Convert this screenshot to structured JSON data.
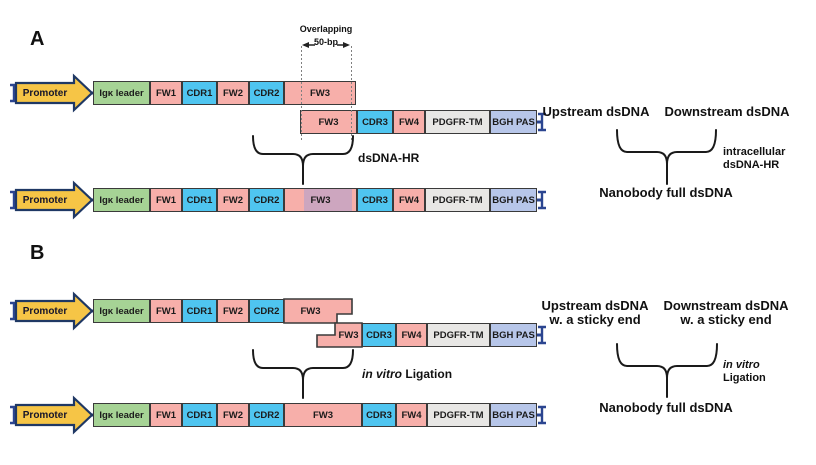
{
  "panel_a": {
    "label": "A",
    "overlap_caption": "Overlapping",
    "overlap_measure": "50-bp",
    "hr_brace_label": "dsDNA-HR",
    "upstream_label": "Upstream dsDNA",
    "downstream_label": "Downstream dsDNA",
    "merge_note_line1": "intracellular",
    "merge_note_line2": "dsDNA-HR",
    "product_label": "Nanobody full dsDNA"
  },
  "panel_b": {
    "label": "B",
    "ligation_italic": "in vitro",
    "ligation_word": "Ligation",
    "upstream_label": "Upstream dsDNA",
    "upstream_sublabel": "w. a sticky end",
    "downstream_label": "Downstream dsDNA",
    "downstream_sublabel": "w. a sticky end",
    "product_label": "Nanobody full dsDNA"
  },
  "segments": {
    "promoter": "Promoter",
    "igk_leader": "Igκ leader",
    "fw1": "FW1",
    "cdr1": "CDR1",
    "fw2": "FW2",
    "cdr2": "CDR2",
    "fw3": "FW3",
    "cdr3": "CDR3",
    "fw4": "FW4",
    "pdgfr_tm": "PDGFR-TM",
    "bgh_pas": "BGH PAS"
  },
  "colors": {
    "framework_pink": "#F7AFAA",
    "cdr_blue": "#4FC5F0",
    "leader_green": "#A6D395",
    "tm_gray": "#E8E7E5",
    "pas_periwinkle": "#B7C6E9",
    "overlap_mauve": "#CDA6BF",
    "promoter_gold": "#F6C546",
    "backbone_navy": "#2B4590"
  }
}
